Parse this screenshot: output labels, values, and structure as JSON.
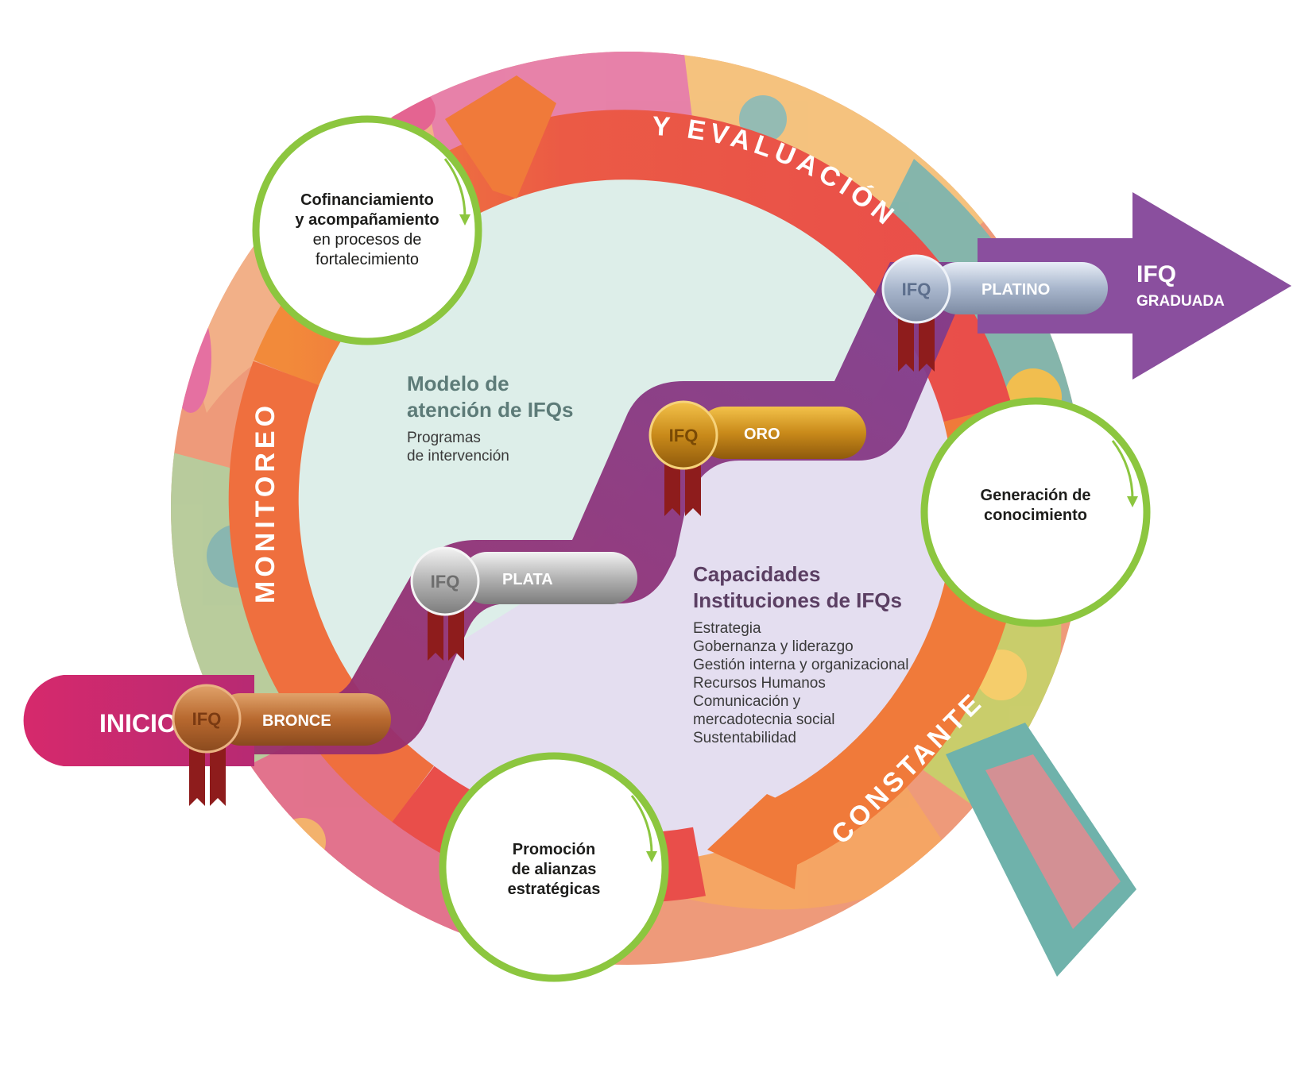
{
  "cycle_labels": {
    "top": "Y EVALUACIÓN",
    "left": "MONITOREO",
    "bottom_right": "CONSTANTE"
  },
  "start": {
    "label": "INICIO"
  },
  "finish": {
    "line1": "IFQ",
    "line2": "GRADUADA"
  },
  "medal_text": "IFQ",
  "levels": [
    {
      "name": "BRONCE",
      "color": "#b8692f"
    },
    {
      "name": "PLATA",
      "color": "#a9a9a9"
    },
    {
      "name": "ORO",
      "color": "#c98a1a"
    },
    {
      "name": "PLATINO",
      "color": "#a8b6cc"
    }
  ],
  "steps": {
    "cofinanciamiento": {
      "line1": "Cofinanciamiento",
      "line2": "y acompañamiento",
      "line3": "en procesos de",
      "line4": "fortalecimiento"
    },
    "generacion": {
      "line1": "Generación de",
      "line2": "conocimiento"
    },
    "promocion": {
      "line1": "Promoción",
      "line2": "de alianzas",
      "line3": "estratégicas"
    }
  },
  "modelo": {
    "title_line1": "Modelo de",
    "title_line2": "atención de IFQs",
    "sub_line1": "Programas",
    "sub_line2": "de intervención"
  },
  "capacidades": {
    "title_line1": "Capacidades",
    "title_line2": "Instituciones de IFQs",
    "items": [
      "Estrategia",
      "Gobernanza y liderazgo",
      "Gestión interna y organizacional",
      "Recursos Humanos",
      "Comunicación y",
      "mercadotecnia social",
      "Sustentabilidad"
    ]
  },
  "colors": {
    "ring_orange": "#f07a3a",
    "ring_red": "#e94e4a",
    "circle_border": "#8cc63f",
    "purple": "#8a3a8c",
    "inicio_pink": "#d62a6b",
    "graduada_purple": "#8a4f9e"
  }
}
